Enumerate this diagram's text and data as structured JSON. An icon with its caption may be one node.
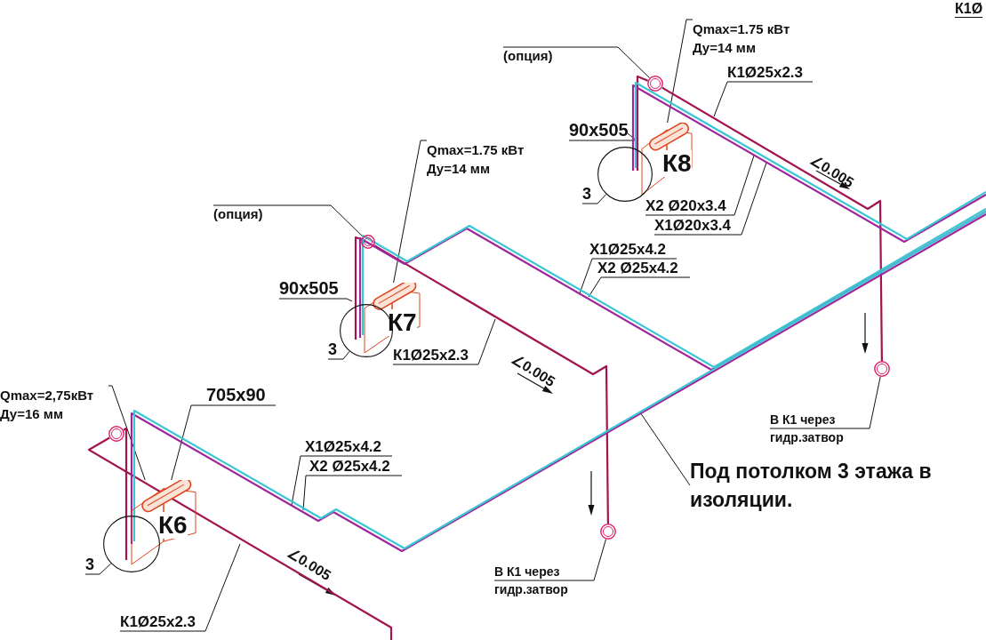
{
  "diagram": {
    "nodes": [
      {
        "text": [
          "(опция)"
        ]
      },
      {
        "text": [],
        "shape": "circle"
      },
      {
        "text": [
          "Qmax=1.75 кВт",
          "Ду=14 мм"
        ]
      },
      {
        "text": [
          "К8"
        ]
      },
      {
        "text": [
          "90x505"
        ]
      },
      {
        "text": [
          "3"
        ]
      },
      {
        "text": [],
        "shape": "circle"
      },
      {
        "text": [
          "К1Ø25x2.3"
        ]
      },
      {
        "text": [
          "Х2 Ø20x3.4"
        ]
      },
      {
        "text": [
          "Х1Ø20x3.4"
        ]
      },
      {
        "text": [
          "(опция)"
        ]
      },
      {
        "text": [],
        "shape": "circle"
      },
      {
        "text": [
          "Qmax=1.75 кВт",
          "Ду=14 мм"
        ]
      },
      {
        "text": [
          "К7"
        ]
      },
      {
        "text": [
          "90x505"
        ]
      },
      {
        "text": [
          "3"
        ]
      },
      {
        "text": [],
        "shape": "circle"
      },
      {
        "text": [
          "К1Ø25x2.3"
        ]
      },
      {
        "text": [
          "Х1Ø25x4.2"
        ]
      },
      {
        "text": [
          "Х2 Ø25x4.2"
        ]
      },
      {
        "text": [
          "Qmax=2,75кВт",
          "Ду=16 мм"
        ]
      },
      {
        "text": [
          "К6"
        ]
      },
      {
        "text": [
          "705x90"
        ]
      },
      {
        "text": [
          "3"
        ]
      },
      {
        "text": [],
        "shape": "circle"
      },
      {
        "text": [
          "К1Ø25x2.3"
        ]
      },
      {
        "text": [
          "Х1Ø25x4.2"
        ]
      },
      {
        "text": [
          "Х2 Ø25x4.2"
        ]
      },
      {
        "text": [
          "В К1 через гидр.затвор"
        ]
      },
      {
        "text": [],
        "shape": "circle"
      },
      {
        "text": [
          "В К1 через гидр.затвор"
        ]
      },
      {
        "text": [],
        "shape": "circle"
      },
      {
        "text": [
          "Под потолком 3 этажа в изоляции."
        ]
      },
      {
        "text": [],
        "shape": "circle"
      }
    ],
    "edges": [
      {
        "from": 0,
        "to": 1,
        "arrow": "none"
      },
      {
        "from": 2,
        "to": 3,
        "arrow": "none"
      },
      {
        "from": 4,
        "to": 3,
        "arrow": "none"
      },
      {
        "from": 5,
        "to": 6,
        "arrow": "none"
      },
      {
        "from": 7,
        "to": null,
        "arrow": "none"
      },
      {
        "from": 8,
        "to": null,
        "arrow": "none"
      },
      {
        "from": 9,
        "to": null,
        "arrow": "none"
      },
      {
        "from": 10,
        "to": 11,
        "arrow": "none"
      },
      {
        "from": 12,
        "to": 13,
        "arrow": "none"
      },
      {
        "from": 14,
        "to": 13,
        "arrow": "none"
      },
      {
        "from": 15,
        "to": 16,
        "arrow": "none"
      },
      {
        "from": 17,
        "to": null,
        "arrow": "none"
      },
      {
        "from": 18,
        "to": null,
        "arrow": "none"
      },
      {
        "from": 19,
        "to": null,
        "arrow": "none"
      },
      {
        "from": 20,
        "to": 21,
        "arrow": "none"
      },
      {
        "from": 22,
        "to": 21,
        "arrow": "none"
      },
      {
        "from": 23,
        "to": 24,
        "arrow": "none"
      },
      {
        "from": 25,
        "to": null,
        "arrow": "none"
      },
      {
        "from": 26,
        "to": null,
        "arrow": "none"
      },
      {
        "from": 27,
        "to": null,
        "arrow": "none"
      },
      {
        "from": 28,
        "to": 29,
        "arrow": "none"
      },
      {
        "from": 30,
        "to": 31,
        "arrow": "none"
      },
      {
        "from": 32,
        "to": null,
        "arrow": "none"
      },
      {
        "from": 3,
        "to": 1,
        "arrow": "none",
        "color": "#a3134f"
      },
      {
        "from": 1,
        "to": 31,
        "arrow": "none",
        "color": "#a3134f"
      },
      {
        "from": 3,
        "to": null,
        "arrow": "none",
        "color": "#a0259a"
      },
      {
        "from": 3,
        "to": null,
        "arrow": "none",
        "color": "#3cc6d4"
      },
      {
        "from": 13,
        "to": 11,
        "arrow": "none",
        "color": "#a3134f"
      },
      {
        "from": 11,
        "to": 29,
        "arrow": "none",
        "color": "#a3134f"
      },
      {
        "from": 13,
        "to": null,
        "arrow": "none",
        "color": "#a0259a"
      },
      {
        "from": 13,
        "to": null,
        "arrow": "none",
        "color": "#3cc6d4"
      },
      {
        "from": 21,
        "to": 33,
        "arrow": "none",
        "color": "#a3134f"
      },
      {
        "from": 33,
        "to": null,
        "arrow": "none",
        "color": "#a3134f"
      },
      {
        "from": 21,
        "to": null,
        "arrow": "none",
        "color": "#a0259a"
      },
      {
        "from": 21,
        "to": null,
        "arrow": "none",
        "color": "#3cc6d4"
      }
    ],
    "labels": [
      "К1Ø",
      "∠0.005",
      "∠0.005",
      "∠0.005"
    ]
  }
}
